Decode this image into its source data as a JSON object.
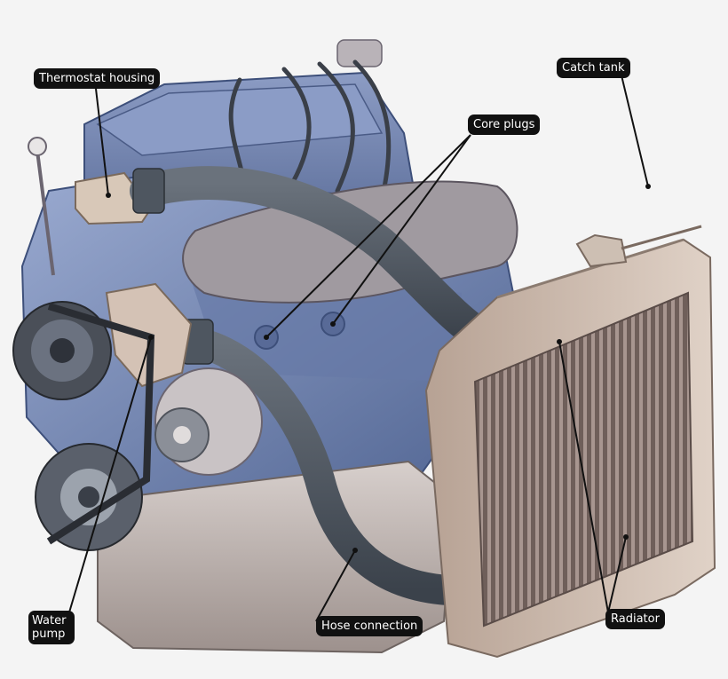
{
  "diagram": {
    "labels": {
      "thermostat_housing": "Thermostat housing",
      "catch_tank": "Catch tank",
      "core_plugs": "Core plugs",
      "water_pump": "Water pump",
      "hose_connection": "Hose connection",
      "radiator": "Radiator"
    },
    "colors": {
      "label_bg": "#111111",
      "label_text": "#ffffff",
      "leader_line": "#111111",
      "engine_block": "#6f84b3",
      "engine_head": "#7d8fb8",
      "engine_dark": "#3d4f7a",
      "hose": "#4e5660",
      "radiator_frame": "#c9b7a8",
      "radiator_core": "#8a7a74",
      "sump": "#b9b0ad"
    }
  }
}
